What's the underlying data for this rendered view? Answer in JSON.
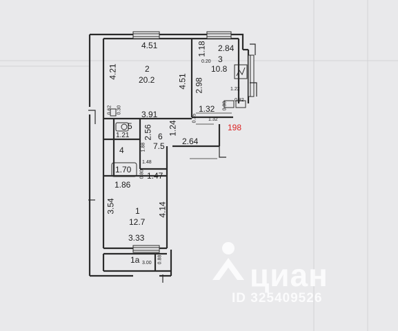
{
  "plan": {
    "apartment_number": "198",
    "rooms": [
      {
        "number": "2",
        "area": "20.2"
      },
      {
        "number": "3",
        "area": "10.8"
      },
      {
        "number": "5",
        "area": ""
      },
      {
        "number": "6",
        "area": "7.5"
      },
      {
        "number": "4",
        "area": ""
      },
      {
        "number": "1",
        "area": "12.7"
      },
      {
        "number": "1а",
        "area": ""
      }
    ],
    "dimensions": {
      "d_451_top": "4.51",
      "d_421": "4.21",
      "d_451_right": "4.51",
      "d_391": "3.91",
      "d_118": "1.18",
      "d_284": "2.84",
      "d_020": "0.20",
      "d_298": "2.98",
      "d_122": "1.22",
      "d_062": "0.62",
      "d_030": "0.30",
      "d_132_a": "1.32",
      "d_132_b": "1.32",
      "d_035": "0.35",
      "d_088_k": "0.88",
      "d_082": "0.82",
      "d_121": "1.21",
      "d_256": "2.56",
      "d_124": "1.24",
      "d_264": "2.64",
      "d_188": "1.88",
      "d_148": "1.48",
      "d_170": "1.70",
      "d_080": "0.80",
      "d_147": "1.47",
      "d_186": "1.86",
      "d_354": "3.54",
      "d_414": "4.14",
      "d_333": "3.33",
      "d_300": "3.00",
      "d_088_b": "0.88"
    }
  },
  "watermark": {
    "brand": "циан",
    "listing_id": "ID 325409526"
  },
  "colors": {
    "paper": "#e9e9eb",
    "wall": "#2a2a2a",
    "red_label": "#d22222",
    "watermark": "#ffffff"
  }
}
